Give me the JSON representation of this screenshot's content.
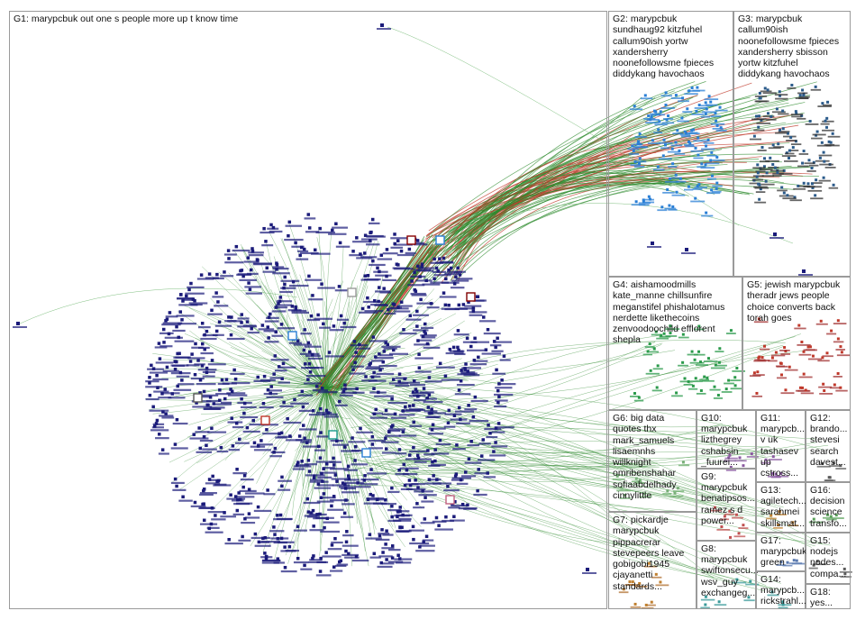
{
  "graph": {
    "groups": [
      {
        "id": "g1",
        "label": "G1: marypcbuk out one s people more up t know time"
      },
      {
        "id": "g2",
        "label": "G2: marypcbuk\nsundhaug92 kitzfuhel\ncallum90ish yortw\nxandersherry\nnoonefollowsme fpieces\ndiddykang havochaos"
      },
      {
        "id": "g3",
        "label": "G3: marypcbuk\ncallum90ish\nnoonefollowsme fpieces\nxandersherry sbisson\nyortw kitzfuhel\ndiddykang havochaos"
      },
      {
        "id": "g4",
        "label": "G4: aishamoodmills\nkate_manne chillsunfire\nmeganstifel phishalotamus\nnerdette likethecoins\nzenvoodoochild efflorent\nshepla"
      },
      {
        "id": "g5",
        "label": "G5: jewish marypcbuk\ntheradr jews people\nchoice converts back\ntorah goes"
      },
      {
        "id": "g6",
        "label": "G6: big data\nquotes thx\nmark_samuels\nlisaemnhs\nwillknight\nomribenshahar\nsofiaabdelhady\ncinnylittle"
      },
      {
        "id": "g7",
        "label": "G7: pickardje\nmarypcbuk\npippacrerar\nstevepeers leave\ngobigobi1945\ncjayanetti\nstandards..."
      },
      {
        "id": "g8",
        "label": "G8:\nmarypcbuk\nswiftonsecu...\nwsv_guy\nexchangeg..."
      },
      {
        "id": "g9",
        "label": "G9:\nmarypcbuk\nbenatipsos...\nramez s d\npower..."
      },
      {
        "id": "g10",
        "label": "G10:\nmarypcbuk\nlizthegrey\ncshabsin\n_fuurei..."
      },
      {
        "id": "g11",
        "label": "G11:\nmarypcb...\nv uk\ntashasev\nup\ncstross..."
      },
      {
        "id": "g12",
        "label": "G12:\nbrando...\nstevesi\nsearch\ndavest..."
      },
      {
        "id": "g13",
        "label": "G13:\nagiletech...\nsarahmei\nskillsmat..."
      },
      {
        "id": "g14",
        "label": "G14:\nmarypcb...\nrickstrahl..."
      },
      {
        "id": "g15",
        "label": "G15:\nnodejs\nnodes...\ncompa..."
      },
      {
        "id": "g16",
        "label": "G16:\ndecision\nscience\ntransfo..."
      },
      {
        "id": "g17",
        "label": "G17:\nmarypcbuk\ngreen"
      },
      {
        "id": "g18",
        "label": "G18:\nyes..."
      }
    ]
  },
  "colors": {
    "edge_green": "#2e8b2e",
    "edge_red": "#c0392b",
    "edge_light": "#7fbf7f",
    "node_navy": "#1b1b7a",
    "node_blue": "#2a7fd6",
    "node_teal": "#1a9a8a",
    "node_red": "#c0392b",
    "box_border": "#9a9a9a"
  }
}
